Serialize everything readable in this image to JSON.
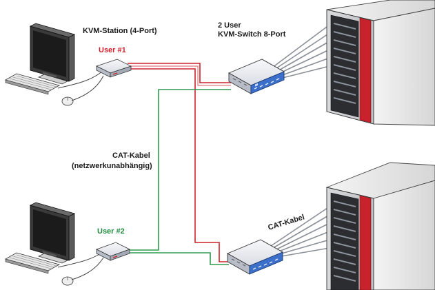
{
  "labels": {
    "kvm_station": "KVM-Station (4-Port)",
    "user1": "User #1",
    "switch_line1": "2 User",
    "switch_line2": "KVM-Switch 8-Port",
    "cat_cable_line1": "CAT-Kabel",
    "cat_cable_line2": "(netzwerkunabhängig)",
    "user2": "User #2",
    "cat_cable_bottom": "CAT-Kabel"
  },
  "colors": {
    "user1_cable": "#d0202a",
    "user2_cable": "#2e9a4e",
    "server_accent": "#c8232c",
    "device_body": "#e8ecf2",
    "device_blue": "#3b6fc9",
    "monitor_dark": "#2a2a2a"
  },
  "icons": [
    "monitor-icon",
    "keyboard-icon",
    "mouse-icon",
    "kvm-station-icon",
    "kvm-switch-icon",
    "server-rack-icon"
  ]
}
